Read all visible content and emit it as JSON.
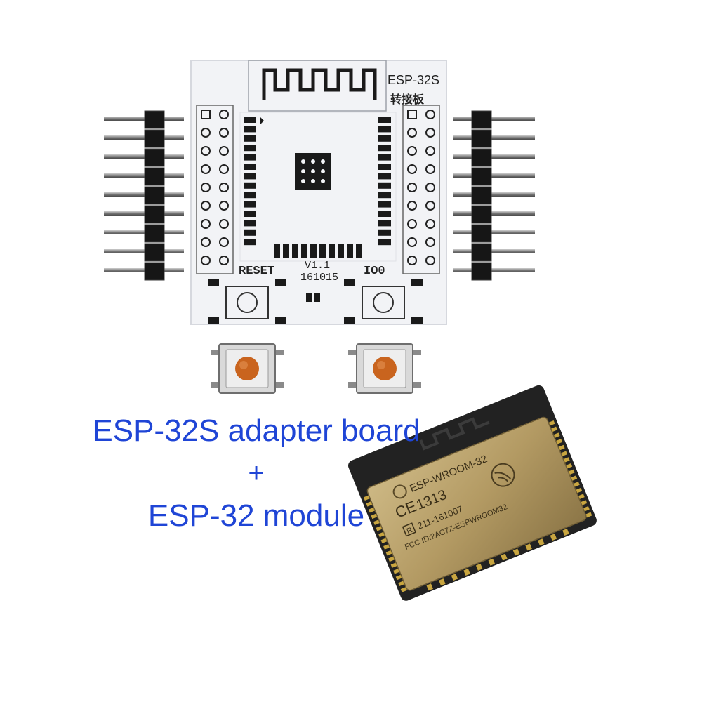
{
  "board": {
    "title": "ESP-32S",
    "subtitle": "转接板",
    "version": "V1.1",
    "date_code": "161015",
    "reset_label": "RESET",
    "io0_label": "IO0"
  },
  "module": {
    "brand_text": "ESP-WROOM-32",
    "ce_mark": "CE",
    "ce_number": "1313",
    "r_mark": "R",
    "r_number": "211-161007",
    "fcc_text": "FCC ID:2AC7Z-ESPWROOM32"
  },
  "caption": {
    "line1": "ESP-32S adapter board",
    "line2": "+",
    "line3": "ESP-32 module"
  },
  "colors": {
    "caption_text": "#1f45d6",
    "board_white": "#f2f3f6",
    "pin_black": "#1a1a1a",
    "pin_metal": "#9a9a9a",
    "button_orange": "#c9641e",
    "module_shield": "#b59c64",
    "module_pcb": "#222222"
  }
}
